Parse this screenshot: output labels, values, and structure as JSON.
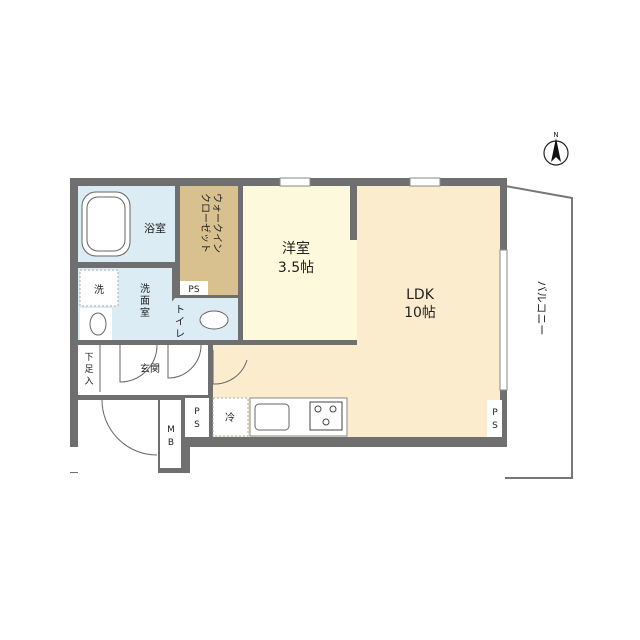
{
  "compass": {
    "label": "N"
  },
  "rooms": {
    "bath": "浴室",
    "closet_lines": [
      "ウォークイン",
      "クローゼット"
    ],
    "ps_top": "PS",
    "western": {
      "name": "洋室",
      "size": "3.5帖"
    },
    "ldk": {
      "name": "LDK",
      "size": "10帖"
    },
    "balcony": "バルコニー",
    "washer": "洗",
    "washroom_lines": [
      "洗",
      "面",
      "室"
    ],
    "toilet_lines": [
      "ト",
      "イ",
      "レ"
    ],
    "shoe_lines": [
      "下",
      "足",
      "入"
    ],
    "entrance": "玄関",
    "ps_left_lines": [
      "P",
      "S"
    ],
    "fridge": "冷",
    "mb_lines": [
      "M",
      "B"
    ],
    "ps_right_lines": [
      "P",
      "S"
    ]
  },
  "colors": {
    "wall": "#6f6f6f",
    "western": "#fdf9dc",
    "ldk": "#fcecce",
    "closet": "#d8c18f",
    "wet": "#dcecf4"
  }
}
